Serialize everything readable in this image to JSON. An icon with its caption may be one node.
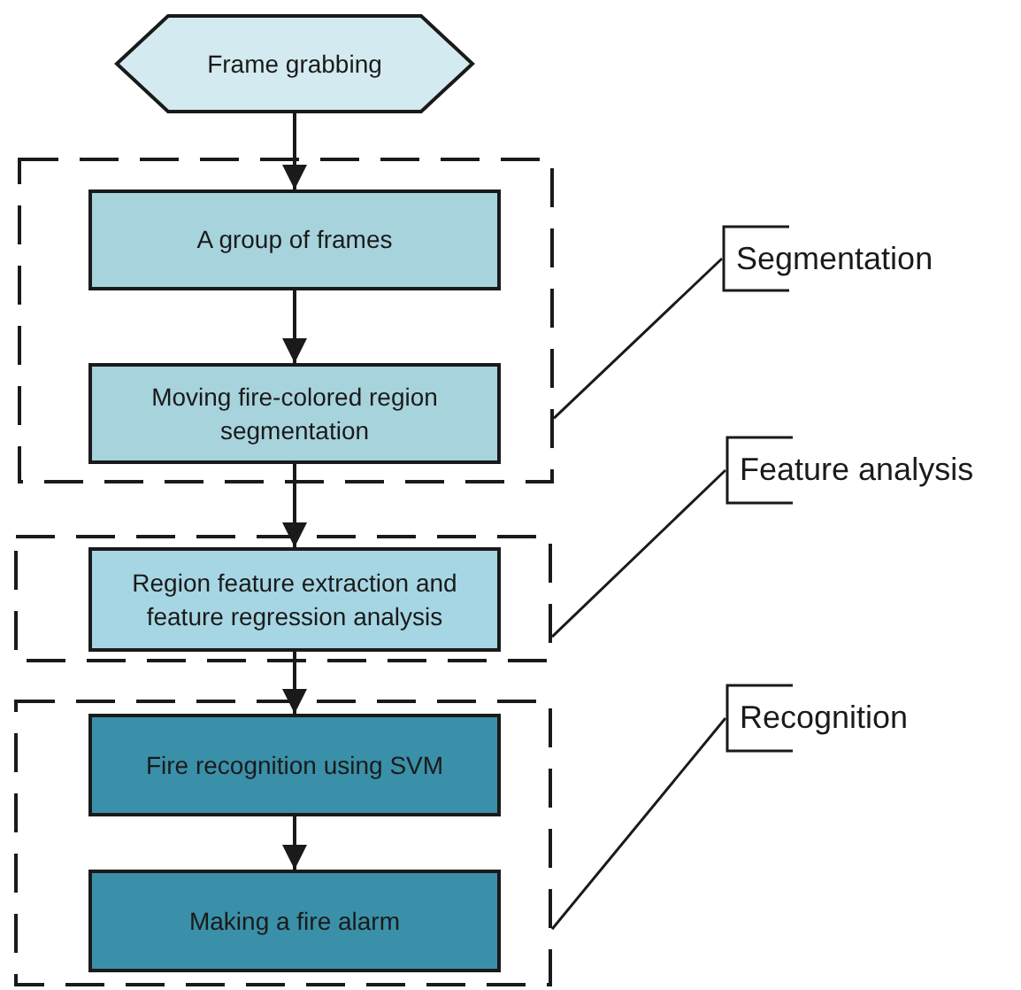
{
  "diagram": {
    "nodes": [
      {
        "text": [
          "Frame grabbing"
        ]
      },
      {
        "text": [],
        "shape": "box"
      },
      {
        "text": [
          "A group of frames"
        ],
        "in": 1
      },
      {
        "text": [
          "Moving fire-colored region segmentation"
        ],
        "in": 1
      },
      {
        "text": [],
        "shape": "box"
      },
      {
        "text": [
          "Region feature extraction and feature regression analysis"
        ],
        "in": 4
      },
      {
        "text": [],
        "shape": "box"
      },
      {
        "text": [
          "Fire recognition using SVM"
        ],
        "in": 6
      },
      {
        "text": [
          "Making a fire alarm"
        ],
        "in": 6
      },
      {
        "text": [
          "Segmentation"
        ]
      },
      {
        "text": [
          "Feature analysis"
        ]
      },
      {
        "text": [
          "Recognition"
        ]
      }
    ],
    "edges": [
      {
        "from": 0,
        "to": 2,
        "arrow": "to"
      },
      {
        "from": 2,
        "to": 3,
        "arrow": "to"
      },
      {
        "from": 3,
        "to": 5,
        "arrow": "to"
      },
      {
        "from": 5,
        "to": 7,
        "arrow": "to"
      },
      {
        "from": 7,
        "to": 8,
        "arrow": "to"
      },
      {
        "from": 9,
        "to": 1,
        "arrow": "none"
      },
      {
        "from": 10,
        "to": 4,
        "arrow": "none"
      },
      {
        "from": 11,
        "to": 6,
        "arrow": "none"
      }
    ]
  }
}
